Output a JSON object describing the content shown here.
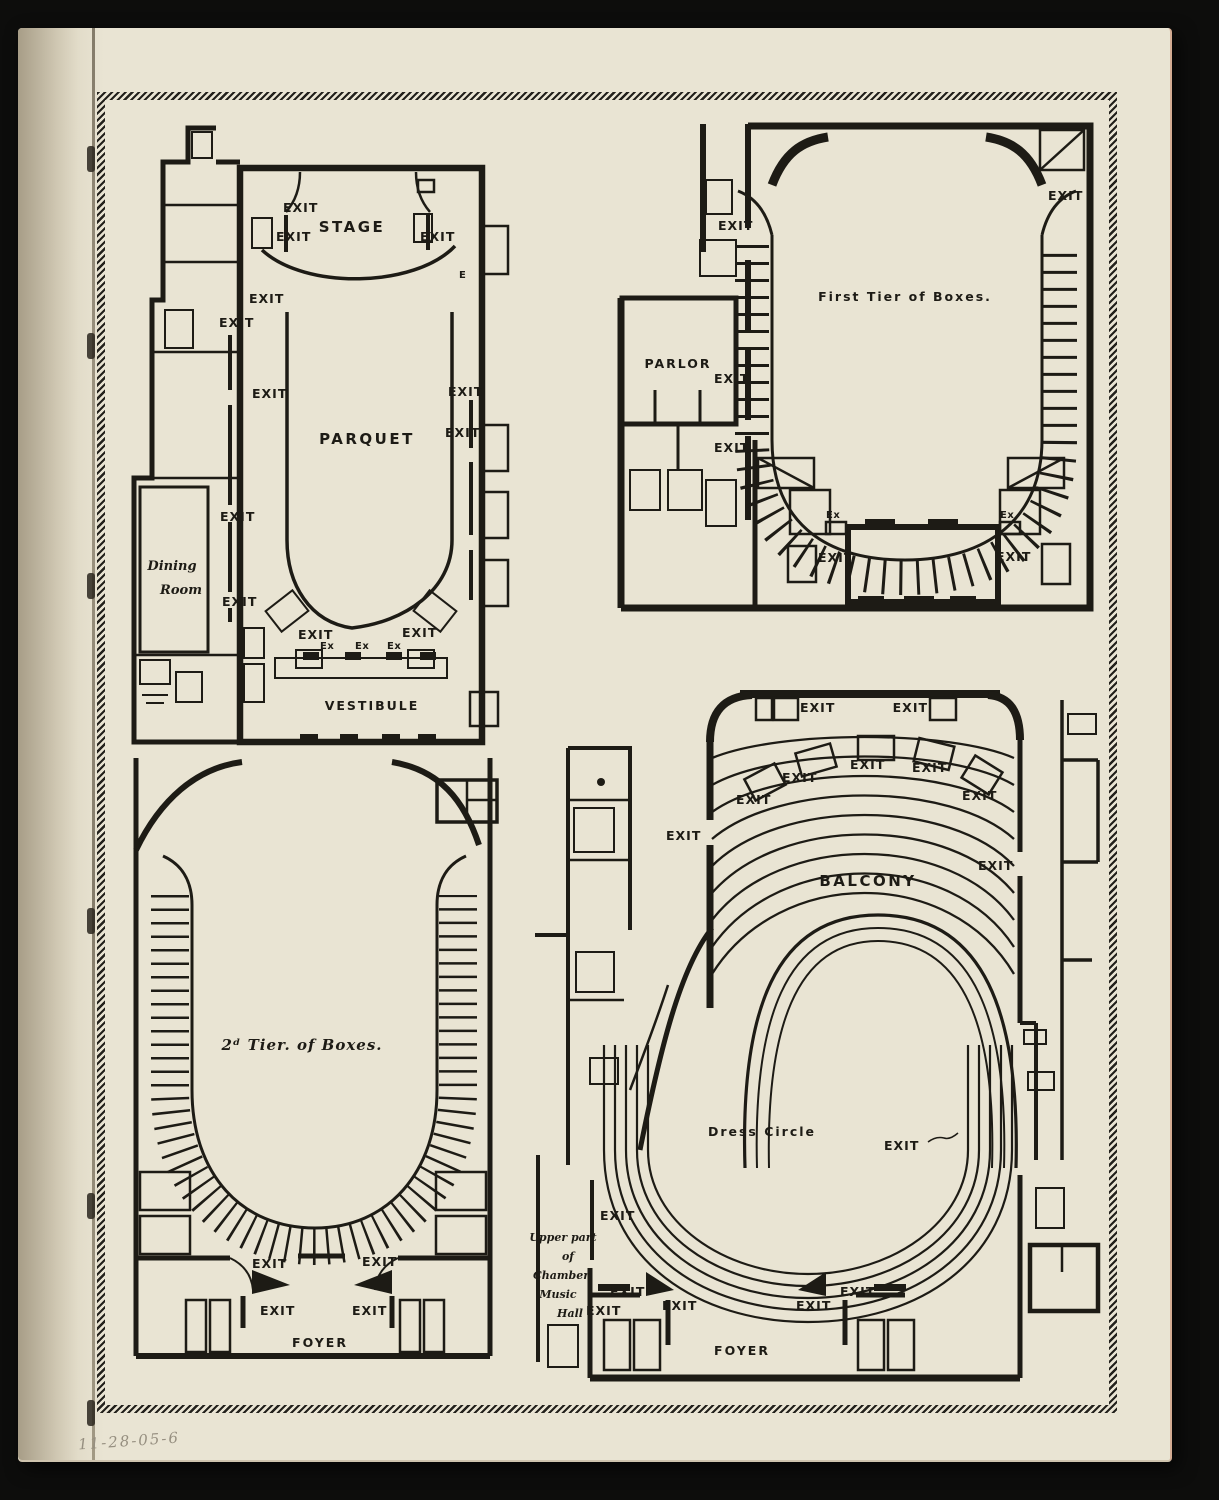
{
  "colors": {
    "paper": "#e9e4d3",
    "ink": "#1d1b15",
    "backdrop": "#0d0d0c",
    "pencil": "#968f80"
  },
  "labels": {
    "exit": "EXIT",
    "ex": "Ex",
    "e": "E"
  },
  "plans": {
    "parquet_level": {
      "stage": "STAGE",
      "parquet": "PARQUET",
      "dining_1": "Dining",
      "dining_2": "Room",
      "vestibule": "VESTIBULE"
    },
    "first_tier": {
      "title": "First Tier of Boxes.",
      "parlor": "PARLOR"
    },
    "second_tier": {
      "title": "2ᵈ Tier. of Boxes.",
      "foyer": "FOYER"
    },
    "balcony_level": {
      "balcony": "BALCONY",
      "dress_circle": "Dress Circle",
      "foyer": "FOYER",
      "chamber": [
        "Upper part",
        "of",
        "Chamber",
        "Music",
        "Hall"
      ]
    }
  },
  "note": {
    "text": "11-28-05-6"
  }
}
